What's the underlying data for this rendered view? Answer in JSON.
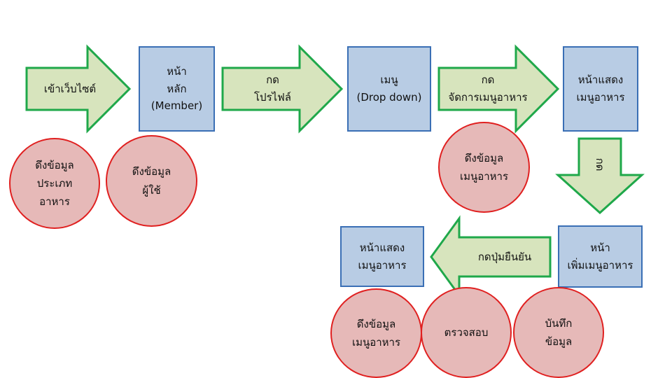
{
  "colors": {
    "arrow_fill": "#d7e4bd",
    "arrow_stroke": "#1fa84a",
    "box_fill": "#b8cce4",
    "box_stroke": "#3a6fb5",
    "circle_fill": "#e6b9b8",
    "circle_stroke": "#e02020"
  },
  "arrows": {
    "enter_site": "เข้าเว็บไซต์",
    "press_profile": "กด\nโปรไฟล์",
    "press_manage_menu": "กด\nจัดการเมนูอาหาร",
    "press_down": "กด",
    "press_confirm": "กดปุ่มยืนยัน"
  },
  "boxes": {
    "main_page": "หน้า\nหลัก\n(Member)",
    "menu_dropdown": "เมนู\n(Drop down)",
    "show_food_menu_top": "หน้าแสดง\nเมนูอาหาร",
    "add_food_menu": "หน้า\nเพิ่มเมนูอาหาร",
    "show_food_menu_bottom": "หน้าแสดง\nเมนูอาหาร"
  },
  "circles": {
    "fetch_food_types": "ดึงข้อมูล\nประเภท\nอาหาร",
    "fetch_users": "ดึงข้อมูล\nผู้ใช้",
    "fetch_food_menu_top": "ดึงข้อมูล\nเมนูอาหาร",
    "fetch_food_menu_bottom": "ดึงข้อมูล\nเมนูอาหาร",
    "verify": "ตรวจสอบ",
    "save_data": "บันทึก\nข้อมูล"
  }
}
